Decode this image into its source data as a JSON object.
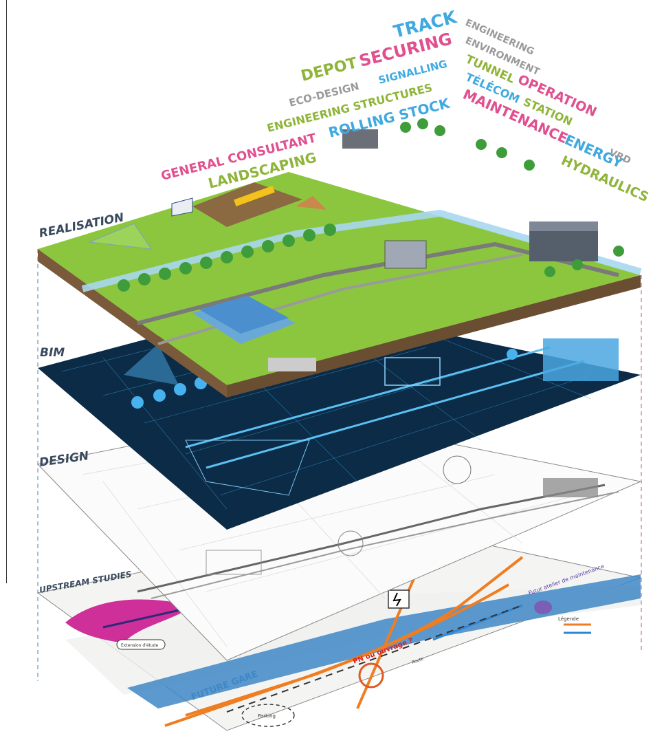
{
  "layers": {
    "realisation": "REALISATION",
    "bim": "BIM",
    "design": "DESIGN",
    "upstream": "UPSTREAM STUDIES"
  },
  "disciplines": {
    "track": "TRACK",
    "engineering": "ENGINEERING",
    "environment": "ENVIRONMENT",
    "depot": "DEPOT",
    "securing": "SECURING",
    "signalling": "SIGNALLING",
    "eco_design": "ECO-DESIGN",
    "tunnel": "TUNNEL",
    "operation": "OPERATION",
    "engineering_structures": "ENGINEERING STRUCTURES",
    "telecom": "TÉLÉCOM",
    "station": "STATION",
    "energy": "ENERGY",
    "rolling_stock": "ROLLING STOCK",
    "maintenance": "MAINTENANCE",
    "vrd": "VRD",
    "general_consultant": "GENERAL CONSULTANT",
    "landscaping": "LANDSCAPING",
    "hydraulics": "HYDRAULICS"
  },
  "upstream_map": {
    "future_gare": "FUTURE GARE",
    "parking": "Parking",
    "pn_ou_ouvrage": "PN ou ouvrage ?",
    "zone_etude": "Extension d'étude",
    "atelier": "Futur atelier de maintenance",
    "legende": "Légende",
    "route": "Route"
  },
  "colors": {
    "blue": "#3fa9e0",
    "pink": "#e0508f",
    "green": "#8fb43a",
    "gray": "#9a9a9a",
    "dark_navy": "#0b2b47",
    "grass": "#8cc63f",
    "orange": "#ef7d22"
  }
}
